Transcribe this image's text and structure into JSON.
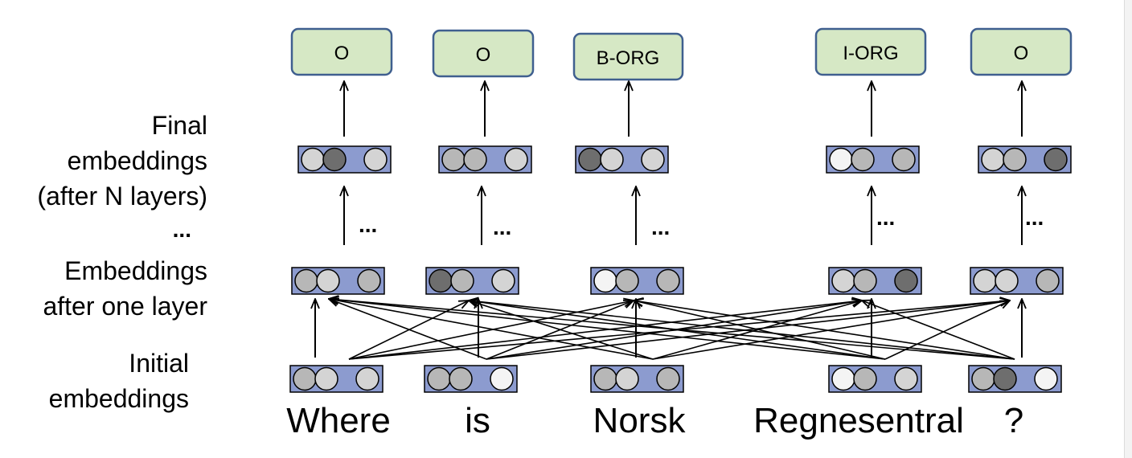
{
  "labels": {
    "final": [
      "Final",
      "embeddings",
      "(after N layers)"
    ],
    "ellipsis": "...",
    "after_one": [
      "Embeddings",
      "after one layer"
    ],
    "initial": [
      "Initial",
      "embeddings"
    ]
  },
  "words": [
    "Where",
    "is",
    "Norsk",
    "Regnesentral",
    "?"
  ],
  "tags": [
    "O",
    "O",
    "B-ORG",
    "I-ORG",
    "O"
  ],
  "dots": "...",
  "colors": {
    "tag_fill": "#d6e8c5",
    "tag_stroke": "#3f5f8f",
    "vector_fill": "#8c9bcf",
    "circle_dark": "#6e6e6e",
    "circle_mid": "#b7b7b7",
    "circle_light": "#d4d4d4",
    "circle_white": "#f4f4f4"
  },
  "vectors": {
    "initial": [
      [
        "mid",
        "light",
        "light"
      ],
      [
        "mid",
        "mid",
        "white"
      ],
      [
        "mid",
        "light",
        "mid"
      ],
      [
        "white",
        "mid",
        "light"
      ],
      [
        "mid",
        "dark",
        "white"
      ]
    ],
    "one_layer": [
      [
        "mid",
        "light",
        "mid"
      ],
      [
        "dark",
        "mid",
        "light"
      ],
      [
        "white",
        "mid",
        "mid"
      ],
      [
        "light",
        "mid",
        "dark"
      ],
      [
        "light",
        "light",
        "mid"
      ]
    ],
    "final": [
      [
        "light",
        "dark",
        "light"
      ],
      [
        "mid",
        "mid",
        "light"
      ],
      [
        "dark",
        "light",
        "light"
      ],
      [
        "white",
        "mid",
        "mid"
      ],
      [
        "light",
        "mid",
        "dark"
      ]
    ]
  }
}
